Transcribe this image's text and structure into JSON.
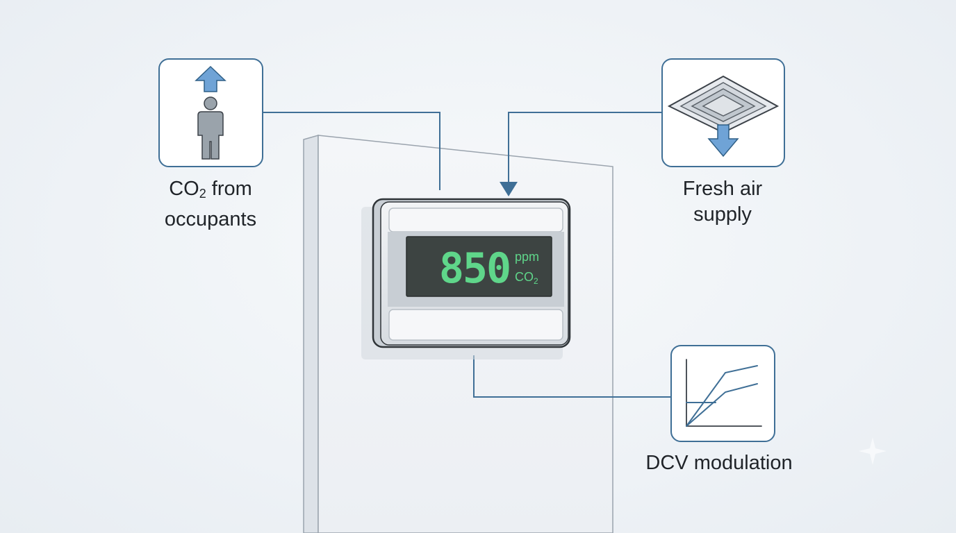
{
  "labels": {
    "co2_occupants_line1_main": "CO",
    "co2_occupants_line1_sub": "2",
    "co2_occupants_line1_rest": " from",
    "co2_occupants_line2": "occupants",
    "fresh_air_line1": "Fresh air",
    "fresh_air_line2": "supply",
    "dcv": "DCV modulation"
  },
  "sensor": {
    "reading": "850",
    "unit": "ppm",
    "gas_main": "CO",
    "gas_sub": "2"
  },
  "colors": {
    "line": "#3f6f96",
    "arrow": "#6fa3d6",
    "lcd_bg": "#3d4442",
    "lcd_digits": "#5fd68a",
    "person": "#9aa3ab"
  },
  "icons": {
    "occupant": "person-up-arrow-icon",
    "diffuser": "ceiling-diffuser-down-arrow-icon",
    "chart": "line-chart-icon"
  }
}
